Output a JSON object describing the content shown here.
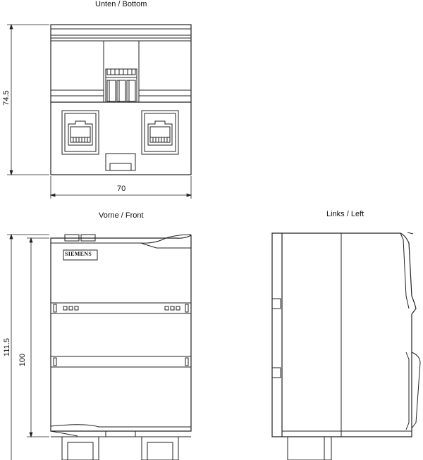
{
  "views": {
    "bottom": {
      "title": "Unten / Bottom"
    },
    "front": {
      "title": "Vorne / Front",
      "brand": "SIEMENS"
    },
    "left": {
      "title": "Links / Left"
    }
  },
  "dimensions": {
    "bottom_height": "74.5",
    "bottom_width": "70",
    "front_total_height": "111.5",
    "front_body_height": "100"
  }
}
